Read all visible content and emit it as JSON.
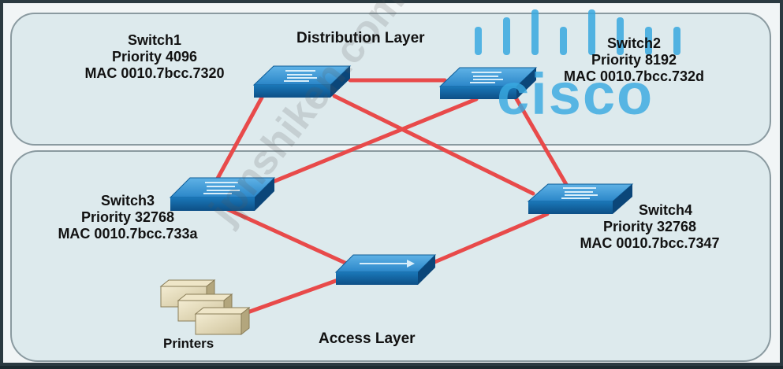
{
  "layers": {
    "distribution": "Distribution Layer",
    "access": "Access Layer"
  },
  "switches": {
    "switch1": {
      "name": "Switch1",
      "priority": "Priority 4096",
      "mac": "MAC 0010.7bcc.7320"
    },
    "switch2": {
      "name": "Switch2",
      "priority": "Priority 8192",
      "mac": "MAC 0010.7bcc.732d"
    },
    "switch3": {
      "name": "Switch3",
      "priority": "Priority 32768",
      "mac": "MAC 0010.7bcc.733a"
    },
    "switch4": {
      "name": "Switch4",
      "priority": "Priority 32768",
      "mac": "MAC 0010.7bcc.7347"
    }
  },
  "printers_label": "Printers",
  "watermark": "jpnshiken.com",
  "logo": {
    "text": "CISCO"
  },
  "colors": {
    "link": "#e84a4a",
    "layer_fill": "#ddeaed",
    "layer_border": "#8a9aa0",
    "switch_top": "#2f8fd0",
    "switch_side": "#1467a6",
    "logo": "#39a9e0"
  },
  "icons": [
    "switch-icon",
    "printer-icon",
    "cisco-logo"
  ]
}
